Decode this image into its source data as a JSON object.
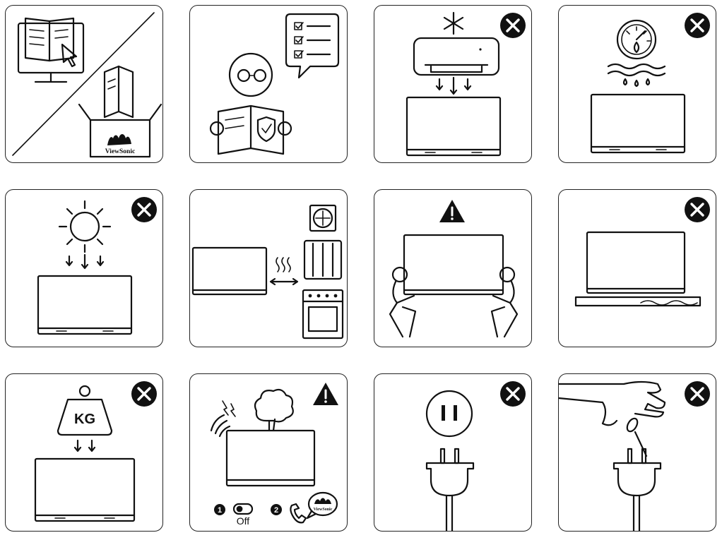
{
  "brand_text": "ViewSonic",
  "weight_label": "KG",
  "switch_label": "Off",
  "step_numbers": [
    "1",
    "2"
  ],
  "icons": {
    "prohibited": "x-circle-icon",
    "warning": "warning-triangle-icon"
  },
  "colors": {
    "ink": "#111111",
    "background": "#ffffff"
  },
  "panels": [
    {
      "id": "manual",
      "badge": "none"
    },
    {
      "id": "read-safety",
      "badge": "none"
    },
    {
      "id": "no-ac-vent",
      "badge": "prohibited"
    },
    {
      "id": "no-humidity",
      "badge": "prohibited"
    },
    {
      "id": "no-sunlight",
      "badge": "prohibited"
    },
    {
      "id": "keep-from-heat",
      "badge": "none"
    },
    {
      "id": "two-person-lift",
      "badge": "warning"
    },
    {
      "id": "no-unstable-surface",
      "badge": "prohibited"
    },
    {
      "id": "no-heavy-objects",
      "badge": "prohibited"
    },
    {
      "id": "smoke-power-off",
      "badge": "warning"
    },
    {
      "id": "no-socket-mismatch",
      "badge": "prohibited"
    },
    {
      "id": "no-wet-hands-plug",
      "badge": "prohibited"
    }
  ]
}
